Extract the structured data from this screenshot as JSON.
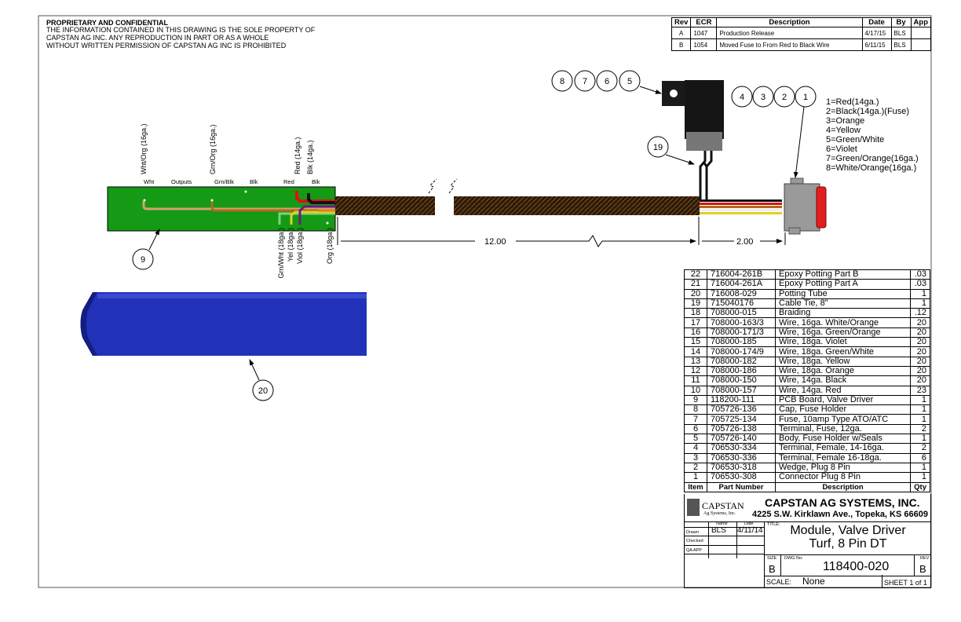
{
  "notice": {
    "heading": "PROPRIETARY AND CONFIDENTIAL",
    "lines": [
      "THE INFORMATION CONTAINED IN THIS DRAWING IS THE SOLE PROPERTY OF",
      "CAPSTAN AG INC. ANY REPRODUCTION IN PART OR AS A WHOLE",
      "WITHOUT WRITTEN PERMISSION OF CAPSTAN AG INC IS PROHIBITED"
    ]
  },
  "revisions": {
    "headers": [
      "Rev",
      "ECR",
      "Description",
      "Date",
      "By",
      "App"
    ],
    "rows": [
      [
        "A",
        "1047",
        "Production Release",
        "4/17/15",
        "BLS",
        ""
      ],
      [
        "B",
        "1054",
        "Moved Fuse to From Red to Black Wire",
        "6/11/15",
        "BLS",
        ""
      ]
    ]
  },
  "drawing": {
    "wire_labels_vertical": [
      "Wht/Org (16ga.)",
      "Grn/Org (16ga.)",
      "Red (14ga.)",
      "Blk (14ga.)"
    ],
    "pcb_labels": [
      "Wht",
      "Outputs",
      "Grn/Blk",
      "Blk",
      "Red",
      "Blk"
    ],
    "wire_labels_lower": [
      "Grn/Wht (18ga.)",
      "Yel (18ga.)",
      "Viol (18ga.)",
      "Org (18ga.)"
    ],
    "dimensions": [
      "12.00",
      "2.00"
    ],
    "balloons": [
      "9",
      "20",
      "8",
      "7",
      "6",
      "5",
      "4",
      "3",
      "2",
      "1",
      "19"
    ],
    "pin_legend": [
      "1=Red(14ga.)",
      "2=Black(14ga.)(Fuse)",
      "3=Orange",
      "4=Yellow",
      "5=Green/White",
      "6=Violet",
      "7=Green/Orange(16ga.)",
      "8=White/Orange(16ga.)"
    ],
    "colors": {
      "pcb": "#149a14",
      "tube": "#2232b8",
      "braid": "#3a2410",
      "connector": "#9a9a9a",
      "seal": "#e02020"
    }
  },
  "bom": {
    "headers": [
      "Item",
      "Part Number",
      "Description",
      "Qty"
    ],
    "rows": [
      [
        "22",
        "716004-261B",
        "Epoxy Potting Part B",
        ".03"
      ],
      [
        "21",
        "716004-261A",
        "Epoxy Potting Part A",
        ".03"
      ],
      [
        "20",
        "716008-029",
        "Potting Tube",
        "1"
      ],
      [
        "19",
        "715040176",
        "Cable Tie, 8\"",
        "1"
      ],
      [
        "18",
        "708000-015",
        "Braiding",
        ".12"
      ],
      [
        "17",
        "708000-163/3",
        "Wire, 16ga. White/Orange",
        "20"
      ],
      [
        "16",
        "708000-171/3",
        "Wire, 16ga. Green/Orange",
        "20"
      ],
      [
        "15",
        "708000-185",
        "Wire, 18ga. Violet",
        "20"
      ],
      [
        "14",
        "708000-174/9",
        "Wire, 18ga. Green/White",
        "20"
      ],
      [
        "13",
        "708000-182",
        "Wire, 18ga. Yellow",
        "20"
      ],
      [
        "12",
        "708000-186",
        "Wire, 18ga. Orange",
        "20"
      ],
      [
        "11",
        "708000-150",
        "Wire, 14ga. Black",
        "20"
      ],
      [
        "10",
        "708000-157",
        "Wire, 14ga. Red",
        "23"
      ],
      [
        "9",
        "118200-111",
        "PCB Board, Valve Driver",
        "1"
      ],
      [
        "8",
        "705726-136",
        "Cap, Fuse Holder",
        "1"
      ],
      [
        "7",
        "705725-134",
        "Fuse, 10amp Type ATO/ATC",
        "1"
      ],
      [
        "6",
        "705726-138",
        "Terminal, Fuse, 12ga.",
        "2"
      ],
      [
        "5",
        "705726-140",
        "Body, Fuse Holder w/Seals",
        "1"
      ],
      [
        "4",
        "706530-334",
        "Terminal, Female, 14-16ga.",
        "2"
      ],
      [
        "3",
        "706530-336",
        "Terminal, Female 16-18ga.",
        "6"
      ],
      [
        "2",
        "706530-318",
        "Wedge, Plug 8 Pin",
        "1"
      ],
      [
        "1",
        "706530-308",
        "Connector Plug 8 Pin",
        "1"
      ]
    ]
  },
  "title_block": {
    "logo_text": "CAPSTAN",
    "logo_sub": "Ag Systems, Inc.",
    "company": "CAPSTAN AG SYSTEMS, INC.",
    "address": "4225 S.W. Kirklawn Ave., Topeka, KS 66609",
    "name_label": "Name",
    "date_label": "Date",
    "drawn_label": "Drawn",
    "checked_label": "Checked",
    "qa_label": "QA APP",
    "drawn_name": "BLS",
    "drawn_date": "4/11/14",
    "title_label": "TITLE:",
    "title_line1": "Module, Valve Driver",
    "title_line2": "Turf, 8 Pin DT",
    "size_label": "SIZE",
    "size": "B",
    "dwg_label": "DWG No:",
    "dwg_no": "118400-020",
    "rev_label": "REV",
    "rev": "B",
    "scale_label": "SCALE:",
    "scale": "None",
    "sheet": "SHEET 1 of 1"
  }
}
